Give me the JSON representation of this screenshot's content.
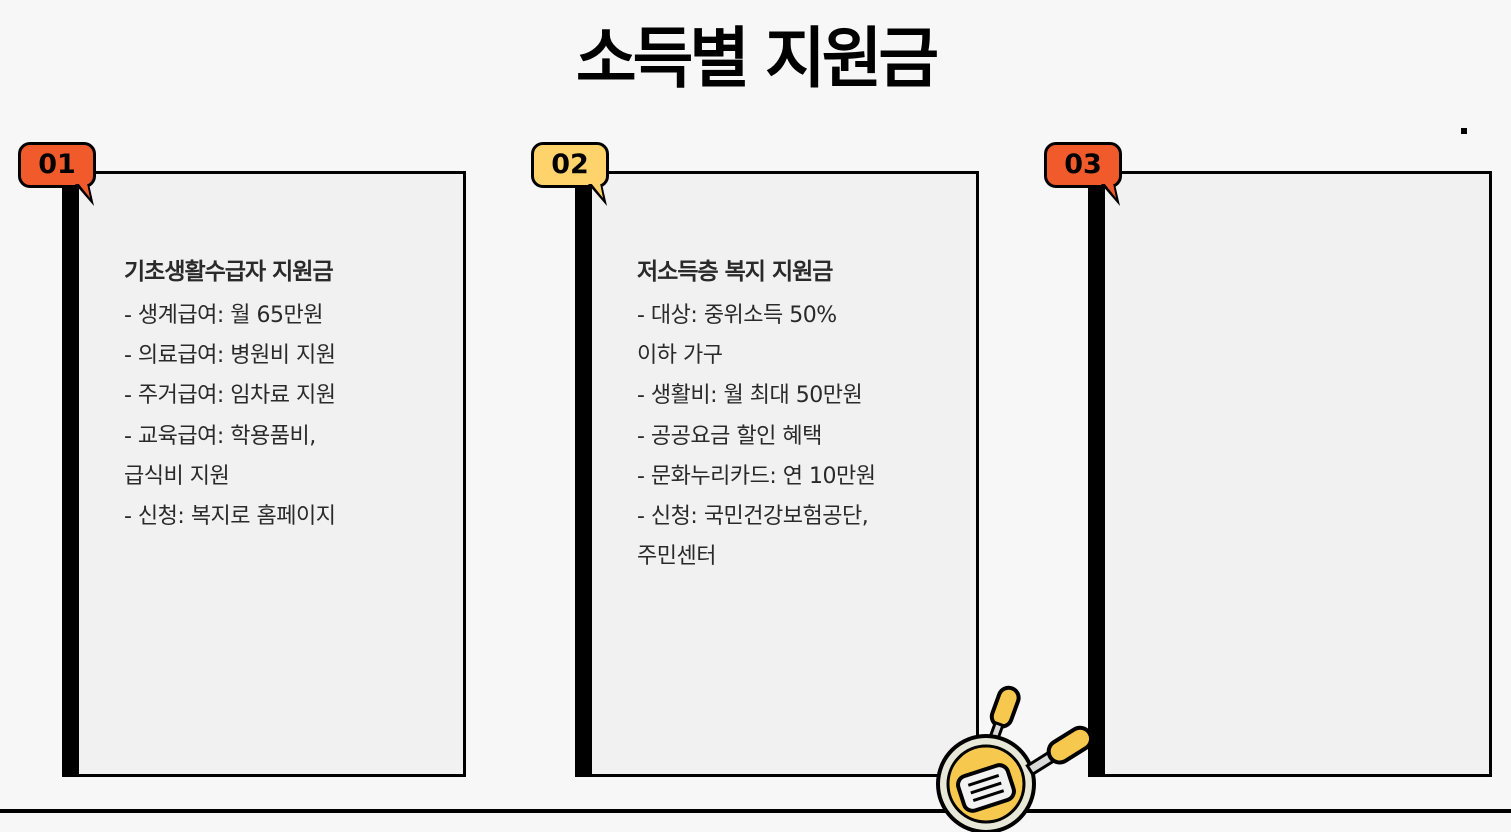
{
  "title": "소득별 지원금",
  "colors": {
    "background": "#f7f7f7",
    "card_face": "#f1f1f1",
    "badge_orange": "#f15a2b",
    "badge_yellow": "#ffd36b",
    "outline": "#000000"
  },
  "cards": [
    {
      "number": "01",
      "badge_color": "#f15a2b",
      "heading": "기초생활수급자 지원금",
      "lines": [
        "- 생계급여: 월 65만원",
        "- 의료급여: 병원비 지원",
        "- 주거급여: 임차료 지원",
        "- 교육급여: 학용품비,",
        "급식비 지원",
        "- 신청: 복지로 홈페이지"
      ]
    },
    {
      "number": "02",
      "badge_color": "#ffd36b",
      "heading": "저소득층 복지 지원금",
      "lines": [
        "- 대상: 중위소득 50%",
        "이하 가구",
        "- 생활비: 월 최대 50만원",
        "- 공공요금 할인 혜택",
        "- 문화누리카드: 연 10만원",
        "- 신청: 국민건강보험공단,",
        "주민센터"
      ]
    },
    {
      "number": "03",
      "badge_color": "#f15a2b",
      "heading": "",
      "lines": []
    }
  ],
  "illustration": {
    "icon": "frying-pan-spatula-icon"
  }
}
